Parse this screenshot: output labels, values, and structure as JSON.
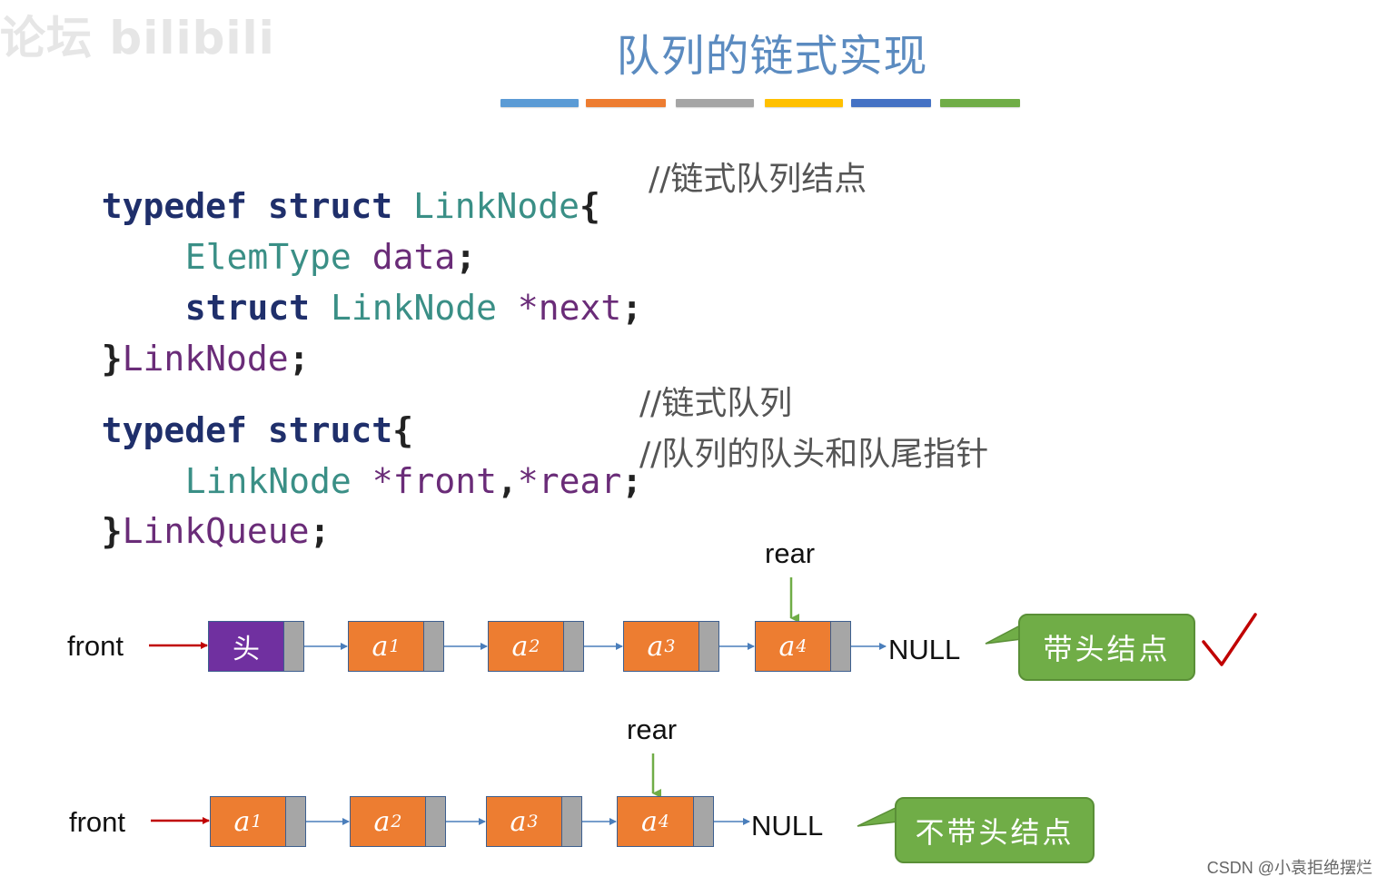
{
  "watermark": "论坛 bilibili",
  "title": "队列的链式实现",
  "title_bar_colors": [
    "#5b9bd5",
    "#ed7d31",
    "#a5a5a5",
    "#ffc000",
    "#4472c4",
    "#70ad47"
  ],
  "code": {
    "block1": {
      "line1": {
        "kw1": "typedef",
        "kw2": "struct",
        "type": "LinkNode",
        "brace": "{"
      },
      "line2": {
        "type": "ElemType",
        "field": "data",
        "semi": ";"
      },
      "line3": {
        "kw": "struct",
        "type": "LinkNode",
        "field": "*next",
        "semi": ";"
      },
      "line4": {
        "brace": "}",
        "name": "LinkNode",
        "semi": ";"
      },
      "comment": "//链式队列结点"
    },
    "block2": {
      "line1": {
        "kw1": "typedef",
        "kw2": "struct",
        "brace": "{"
      },
      "line2": {
        "type": "LinkNode",
        "f1": "*front",
        "comma": ",",
        "f2": "*rear",
        "semi": ";"
      },
      "line3": {
        "brace": "}",
        "name": "LinkQueue",
        "semi": ";"
      },
      "comment1": "//链式队列",
      "comment2": "//队列的队头和队尾指针"
    }
  },
  "diagram": {
    "with_head": {
      "front_label": "front",
      "rear_label": "rear",
      "head_label": "头",
      "nodes": [
        {
          "base": "a",
          "sub": "1"
        },
        {
          "base": "a",
          "sub": "2"
        },
        {
          "base": "a",
          "sub": "3"
        },
        {
          "base": "a",
          "sub": "4"
        }
      ],
      "null_label": "NULL",
      "callout": "带头结点",
      "check": "✓"
    },
    "without_head": {
      "front_label": "front",
      "rear_label": "rear",
      "nodes": [
        {
          "base": "a",
          "sub": "1"
        },
        {
          "base": "a",
          "sub": "2"
        },
        {
          "base": "a",
          "sub": "3"
        },
        {
          "base": "a",
          "sub": "4"
        }
      ],
      "null_label": "NULL",
      "callout": "不带头结点"
    }
  },
  "footer": "CSDN @小袁拒绝摆烂"
}
